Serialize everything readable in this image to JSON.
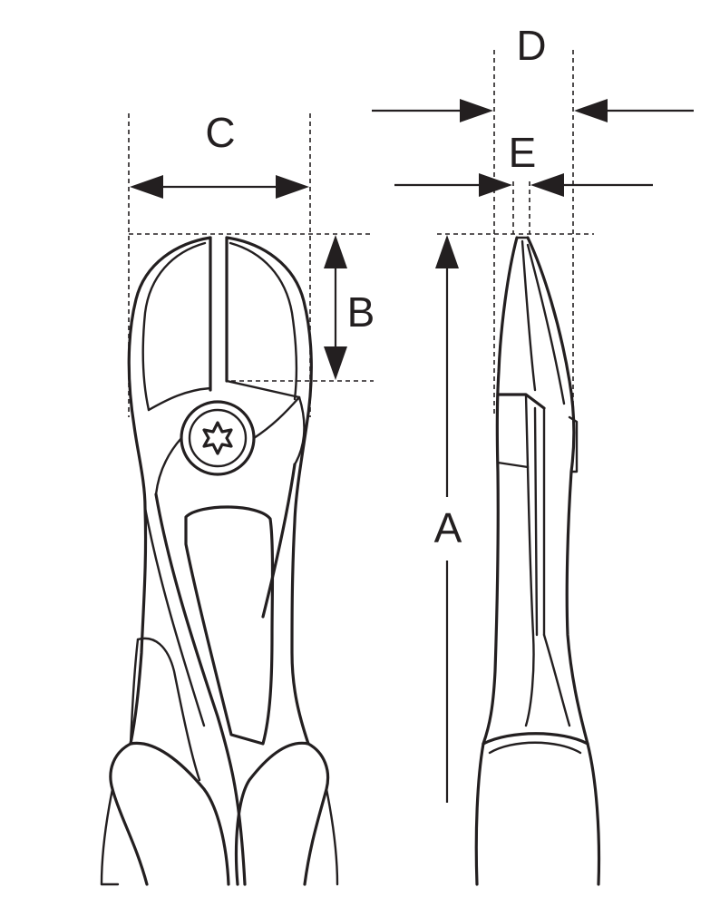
{
  "dimension_labels": {
    "a": "A",
    "b": "B",
    "c": "C",
    "d": "D",
    "e": "E"
  },
  "colors": {
    "ink": "#231f20",
    "background": "#ffffff"
  },
  "icons": {
    "pivot": "torx-star-icon"
  }
}
